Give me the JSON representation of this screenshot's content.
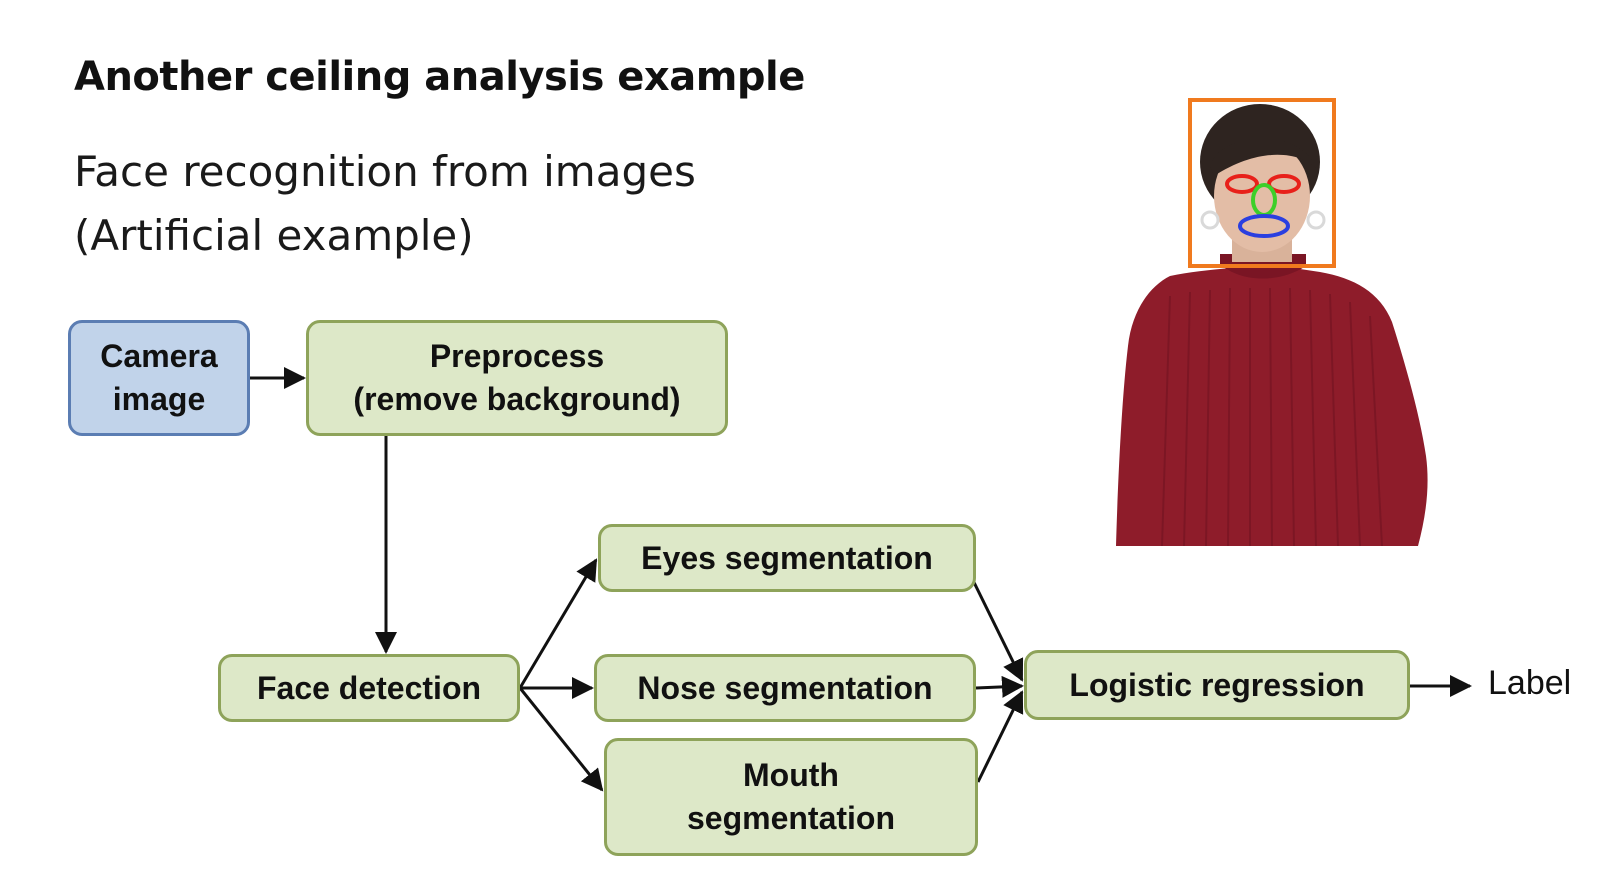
{
  "slide": {
    "title": "Another ceiling analysis example",
    "subtitle_line1": "Face recognition from images",
    "subtitle_line2": "(Artificial example)"
  },
  "pipeline": {
    "camera": {
      "line1": "Camera",
      "line2": "image"
    },
    "preprocess": {
      "line1": "Preprocess",
      "line2": "(remove background)"
    },
    "face_detection": "Face detection",
    "eyes": "Eyes segmentation",
    "nose": "Nose segmentation",
    "mouth": {
      "line1": "Mouth",
      "line2": "segmentation"
    },
    "logistic": "Logistic regression",
    "output_label": "Label"
  },
  "colors": {
    "box_fill": "#dde8c8",
    "box_border": "#8ea35a",
    "camera_fill": "#c1d3ea",
    "camera_border": "#5b7db3",
    "face_box": "#f07a1e",
    "eyes_marker": "#e8201a",
    "nose_marker": "#3ccf2a",
    "mouth_marker": "#2a3fe0",
    "sweater": "#8e1c2a"
  },
  "icons": {
    "photo": "person-with-face-markers-illustration"
  }
}
